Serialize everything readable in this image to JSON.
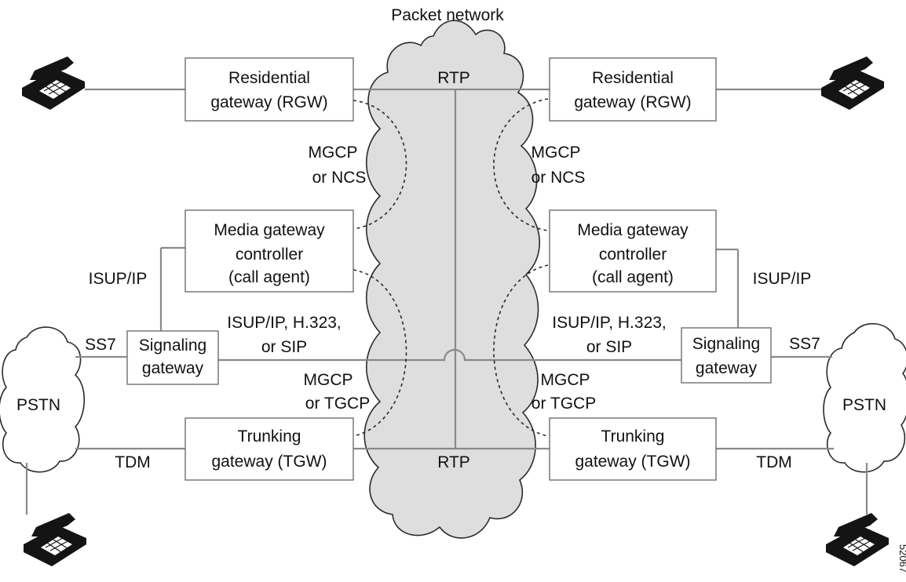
{
  "packet_network": {
    "label": "Packet network"
  },
  "rtp": {
    "top": "RTP",
    "bottom": "RTP"
  },
  "left": {
    "rgw": [
      "Residential",
      "gateway (RGW)"
    ],
    "mgc": [
      "Media gateway",
      "controller",
      "(call agent)"
    ],
    "sg": [
      "Signaling",
      "gateway"
    ],
    "tgw": [
      "Trunking",
      "gateway (TGW)"
    ],
    "mgcp_ncs": [
      "MGCP",
      "or NCS"
    ],
    "mgcp_tgcp": [
      "MGCP",
      "or TGCP"
    ],
    "isup_ip": "ISUP/IP",
    "isup_h323": [
      "ISUP/IP, H.323,",
      "or SIP"
    ],
    "ss7": "SS7",
    "pstn": "PSTN",
    "tdm": "TDM"
  },
  "right": {
    "rgw": [
      "Residential",
      "gateway (RGW)"
    ],
    "mgc": [
      "Media gateway",
      "controller",
      "(call agent)"
    ],
    "sg": [
      "Signaling",
      "gateway"
    ],
    "tgw": [
      "Trunking",
      "gateway (TGW)"
    ],
    "mgcp_ncs": [
      "MGCP",
      "or NCS"
    ],
    "mgcp_tgcp": [
      "MGCP",
      "or TGCP"
    ],
    "isup_ip": "ISUP/IP",
    "isup_h323": [
      "ISUP/IP, H.323,",
      "or SIP"
    ],
    "ss7": "SS7",
    "pstn": "PSTN",
    "tdm": "TDM"
  },
  "figure_id": "52067",
  "icons": {
    "phone": "telephone-icon",
    "packet_cloud": "packet-network-cloud-icon",
    "pstn_cloud": "pstn-cloud-icon"
  }
}
